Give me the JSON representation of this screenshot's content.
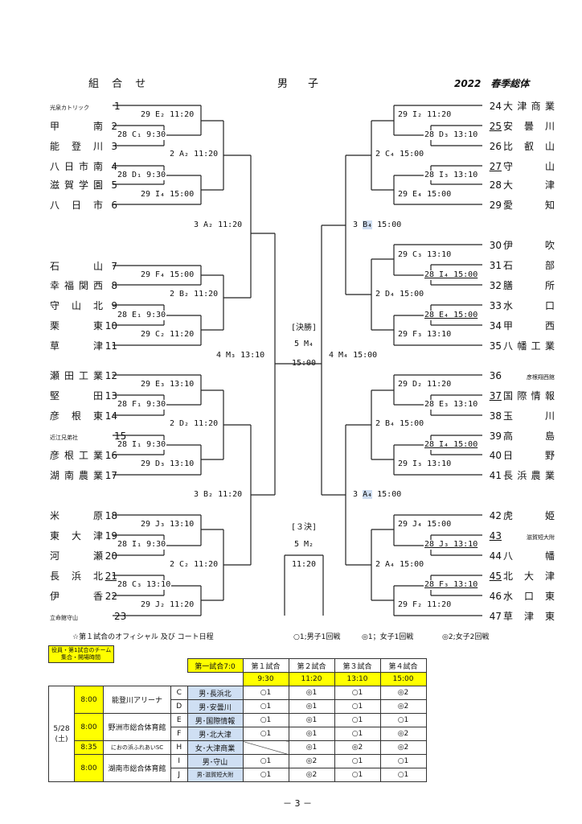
{
  "header": {
    "left": "組 合 せ",
    "center": "男　子",
    "right": "2022　春季総体"
  },
  "left_teams": [
    {
      "name": "光泉カトリック",
      "num": "1",
      "small": true
    },
    {
      "name": "甲南",
      "num": "2"
    },
    {
      "name": "能登川",
      "num": "3"
    },
    {
      "name": "八日市南",
      "num": "4"
    },
    {
      "name": "滋賀学園",
      "num": "5"
    },
    {
      "name": "八日市",
      "num": "6"
    },
    {
      "name": "石山",
      "num": "7"
    },
    {
      "name": "幸福関西",
      "num": "8"
    },
    {
      "name": "守山北",
      "num": "9"
    },
    {
      "name": "栗東",
      "num": "10"
    },
    {
      "name": "草津",
      "num": "11"
    },
    {
      "name": "瀬田工業",
      "num": "12"
    },
    {
      "name": "堅田",
      "num": "13"
    },
    {
      "name": "彦根東",
      "num": "14"
    },
    {
      "name": "近江兄弟社",
      "num": "15",
      "small": true
    },
    {
      "name": "彦根工業",
      "num": "16"
    },
    {
      "name": "湖南農業",
      "num": "17"
    },
    {
      "name": "米原",
      "num": "18"
    },
    {
      "name": "東大津",
      "num": "19"
    },
    {
      "name": "河瀬",
      "num": "20"
    },
    {
      "name": "長浜北",
      "num": "21",
      "ul": true
    },
    {
      "name": "伊香",
      "num": "22"
    },
    {
      "name": "立命館守山",
      "num": "23",
      "small": true
    }
  ],
  "right_teams": [
    {
      "num": "24",
      "name": "大津商業"
    },
    {
      "num": "25",
      "name": "安曇川",
      "ul": true
    },
    {
      "num": "26",
      "name": "比叡山"
    },
    {
      "num": "27",
      "name": "守山",
      "ul": true
    },
    {
      "num": "28",
      "name": "大津"
    },
    {
      "num": "29",
      "name": "愛知"
    },
    {
      "num": "30",
      "name": "伊吹"
    },
    {
      "num": "31",
      "name": "石部"
    },
    {
      "num": "32",
      "name": "膳所"
    },
    {
      "num": "33",
      "name": "水口"
    },
    {
      "num": "34",
      "name": "甲西"
    },
    {
      "num": "35",
      "name": "八幡工業"
    },
    {
      "num": "36",
      "name": "彦根翔西館",
      "small": true
    },
    {
      "num": "37",
      "name": "国際情報",
      "ul": true
    },
    {
      "num": "38",
      "name": "玉川"
    },
    {
      "num": "39",
      "name": "高島"
    },
    {
      "num": "40",
      "name": "日野"
    },
    {
      "num": "41",
      "name": "長浜農業"
    },
    {
      "num": "42",
      "name": "虎姫"
    },
    {
      "num": "43",
      "name": "滋賀短大附",
      "ul": true,
      "small": true
    },
    {
      "num": "44",
      "name": "八幡"
    },
    {
      "num": "45",
      "name": "北大津",
      "ul": true
    },
    {
      "num": "46",
      "name": "水口東"
    },
    {
      "num": "47",
      "name": "草津東"
    }
  ],
  "match_labels": {
    "l1": "29 E₂ 11:20",
    "l2": "28 C₁ 9:30",
    "l3": "2 A₂ 11:20",
    "l4": "28 D₁ 9:30",
    "l5": "29 I₄ 15:00",
    "l6": "3 A₂ 11:20",
    "l7": "29 F₄ 15:00",
    "l8": "2 B₂ 11:20",
    "l9": "28 E₁ 9:30",
    "l10": "29 C₂ 11:20",
    "l11": "4 M₃ 13:10",
    "l12": "29 E₃ 13:10",
    "l13": "28 F₁ 9:30",
    "l14": "2 D₂ 11:20",
    "l15": "28 I₁ 9:30",
    "l16": "29 D₃ 13:10",
    "l17": "3 B₂ 11:20",
    "l18": "29 J₃ 13:10",
    "l19": "28 I₁ 9:30",
    "l20": "2 C₂ 11:20",
    "l21": "28 C₃ 13:10",
    "l22": "29 J₂ 11:20",
    "r1": "29 I₂ 11:20",
    "r2": "28 D₃ 13:10",
    "r3": "2 C₄ 15:00",
    "r4": "28 I₃ 13:10",
    "r5": "29 E₄ 15:00",
    "r6_pre": "3",
    "r6_hl": "B₄",
    "r6_post": "15:00",
    "r7": "29 C₃ 13:10",
    "r8": "28 I₄ 15:00",
    "r9": "2 D₄ 15:00",
    "r10": "28 E₄ 15:00",
    "r11": "29 F₃ 13:10",
    "r12": "4 M₄ 15:00",
    "r13": "29 D₂ 11:20",
    "r14": "28 E₃ 13:10",
    "r15": "2 B₄ 15:00",
    "r16": "28 I₄ 15:00",
    "r17": "29 I₃ 13:10",
    "r18_pre": "3",
    "r18_hl": "A₄",
    "r18_post": "15:00",
    "r19": "29 J₄ 15:00",
    "r20": "28 J₃ 13:10",
    "r21": "2 A₄ 15:00",
    "r22": "28 F₃ 13:10",
    "r23": "29 F₂ 11:20"
  },
  "final": {
    "title": "[決勝]",
    "code": "5 M₄",
    "time": "15:00"
  },
  "third": {
    "title": "[３決]",
    "code": "5 M₂",
    "time": "11:20"
  },
  "notes": {
    "official": "☆第１試合のオフィシャル 及び コート日程",
    "legend1": "○1;男子1回戦",
    "legend2": "◎1；女子1回戦",
    "legend3": "◎2;女子2回戦"
  },
  "schedule": {
    "legend_title": "役員・第1試合のチーム",
    "legend_sub": "集合・開場時間",
    "first_match_label": "第一試合7:0",
    "headers": [
      "第１試合",
      "第２試合",
      "第３試合",
      "第４試合"
    ],
    "times": [
      "9:30",
      "11:20",
      "13:10",
      "15:00"
    ],
    "date": "5/28",
    "day": "(土)",
    "venues": [
      {
        "time": "8:00",
        "name": "能登川アリーナ",
        "courts": [
          {
            "code": "C",
            "first": "男･長浜北",
            "m": [
              "○1",
              "◎1",
              "○1",
              "◎2"
            ]
          },
          {
            "code": "D",
            "first": "男･安曇川",
            "m": [
              "○1",
              "◎1",
              "○1",
              "◎2"
            ]
          }
        ]
      },
      {
        "time": "8:00",
        "name": "野洲市総合体育館",
        "courts": [
          {
            "code": "E",
            "first": "男･国際情報",
            "m": [
              "○1",
              "◎1",
              "○1",
              "○1"
            ]
          },
          {
            "code": "F",
            "first": "男･北大津",
            "m": [
              "○1",
              "◎1",
              "○1",
              "◎2"
            ]
          }
        ]
      },
      {
        "time": "8:35",
        "name": "におの浜ふれあいSC",
        "courts": [
          {
            "code": "H",
            "first": "女･大津商業",
            "m": [
              "",
              "◎1",
              "◎2",
              "◎2"
            ]
          }
        ]
      },
      {
        "time": "8:00",
        "name": "湖南市総合体育館",
        "courts": [
          {
            "code": "I",
            "first": "男･守山",
            "m": [
              "○1",
              "◎2",
              "○1",
              "○1"
            ]
          },
          {
            "code": "J",
            "first": "男･滋賀短大附",
            "m": [
              "○1",
              "◎2",
              "○1",
              "○1"
            ]
          }
        ]
      }
    ]
  },
  "footer": "－ 3 －"
}
